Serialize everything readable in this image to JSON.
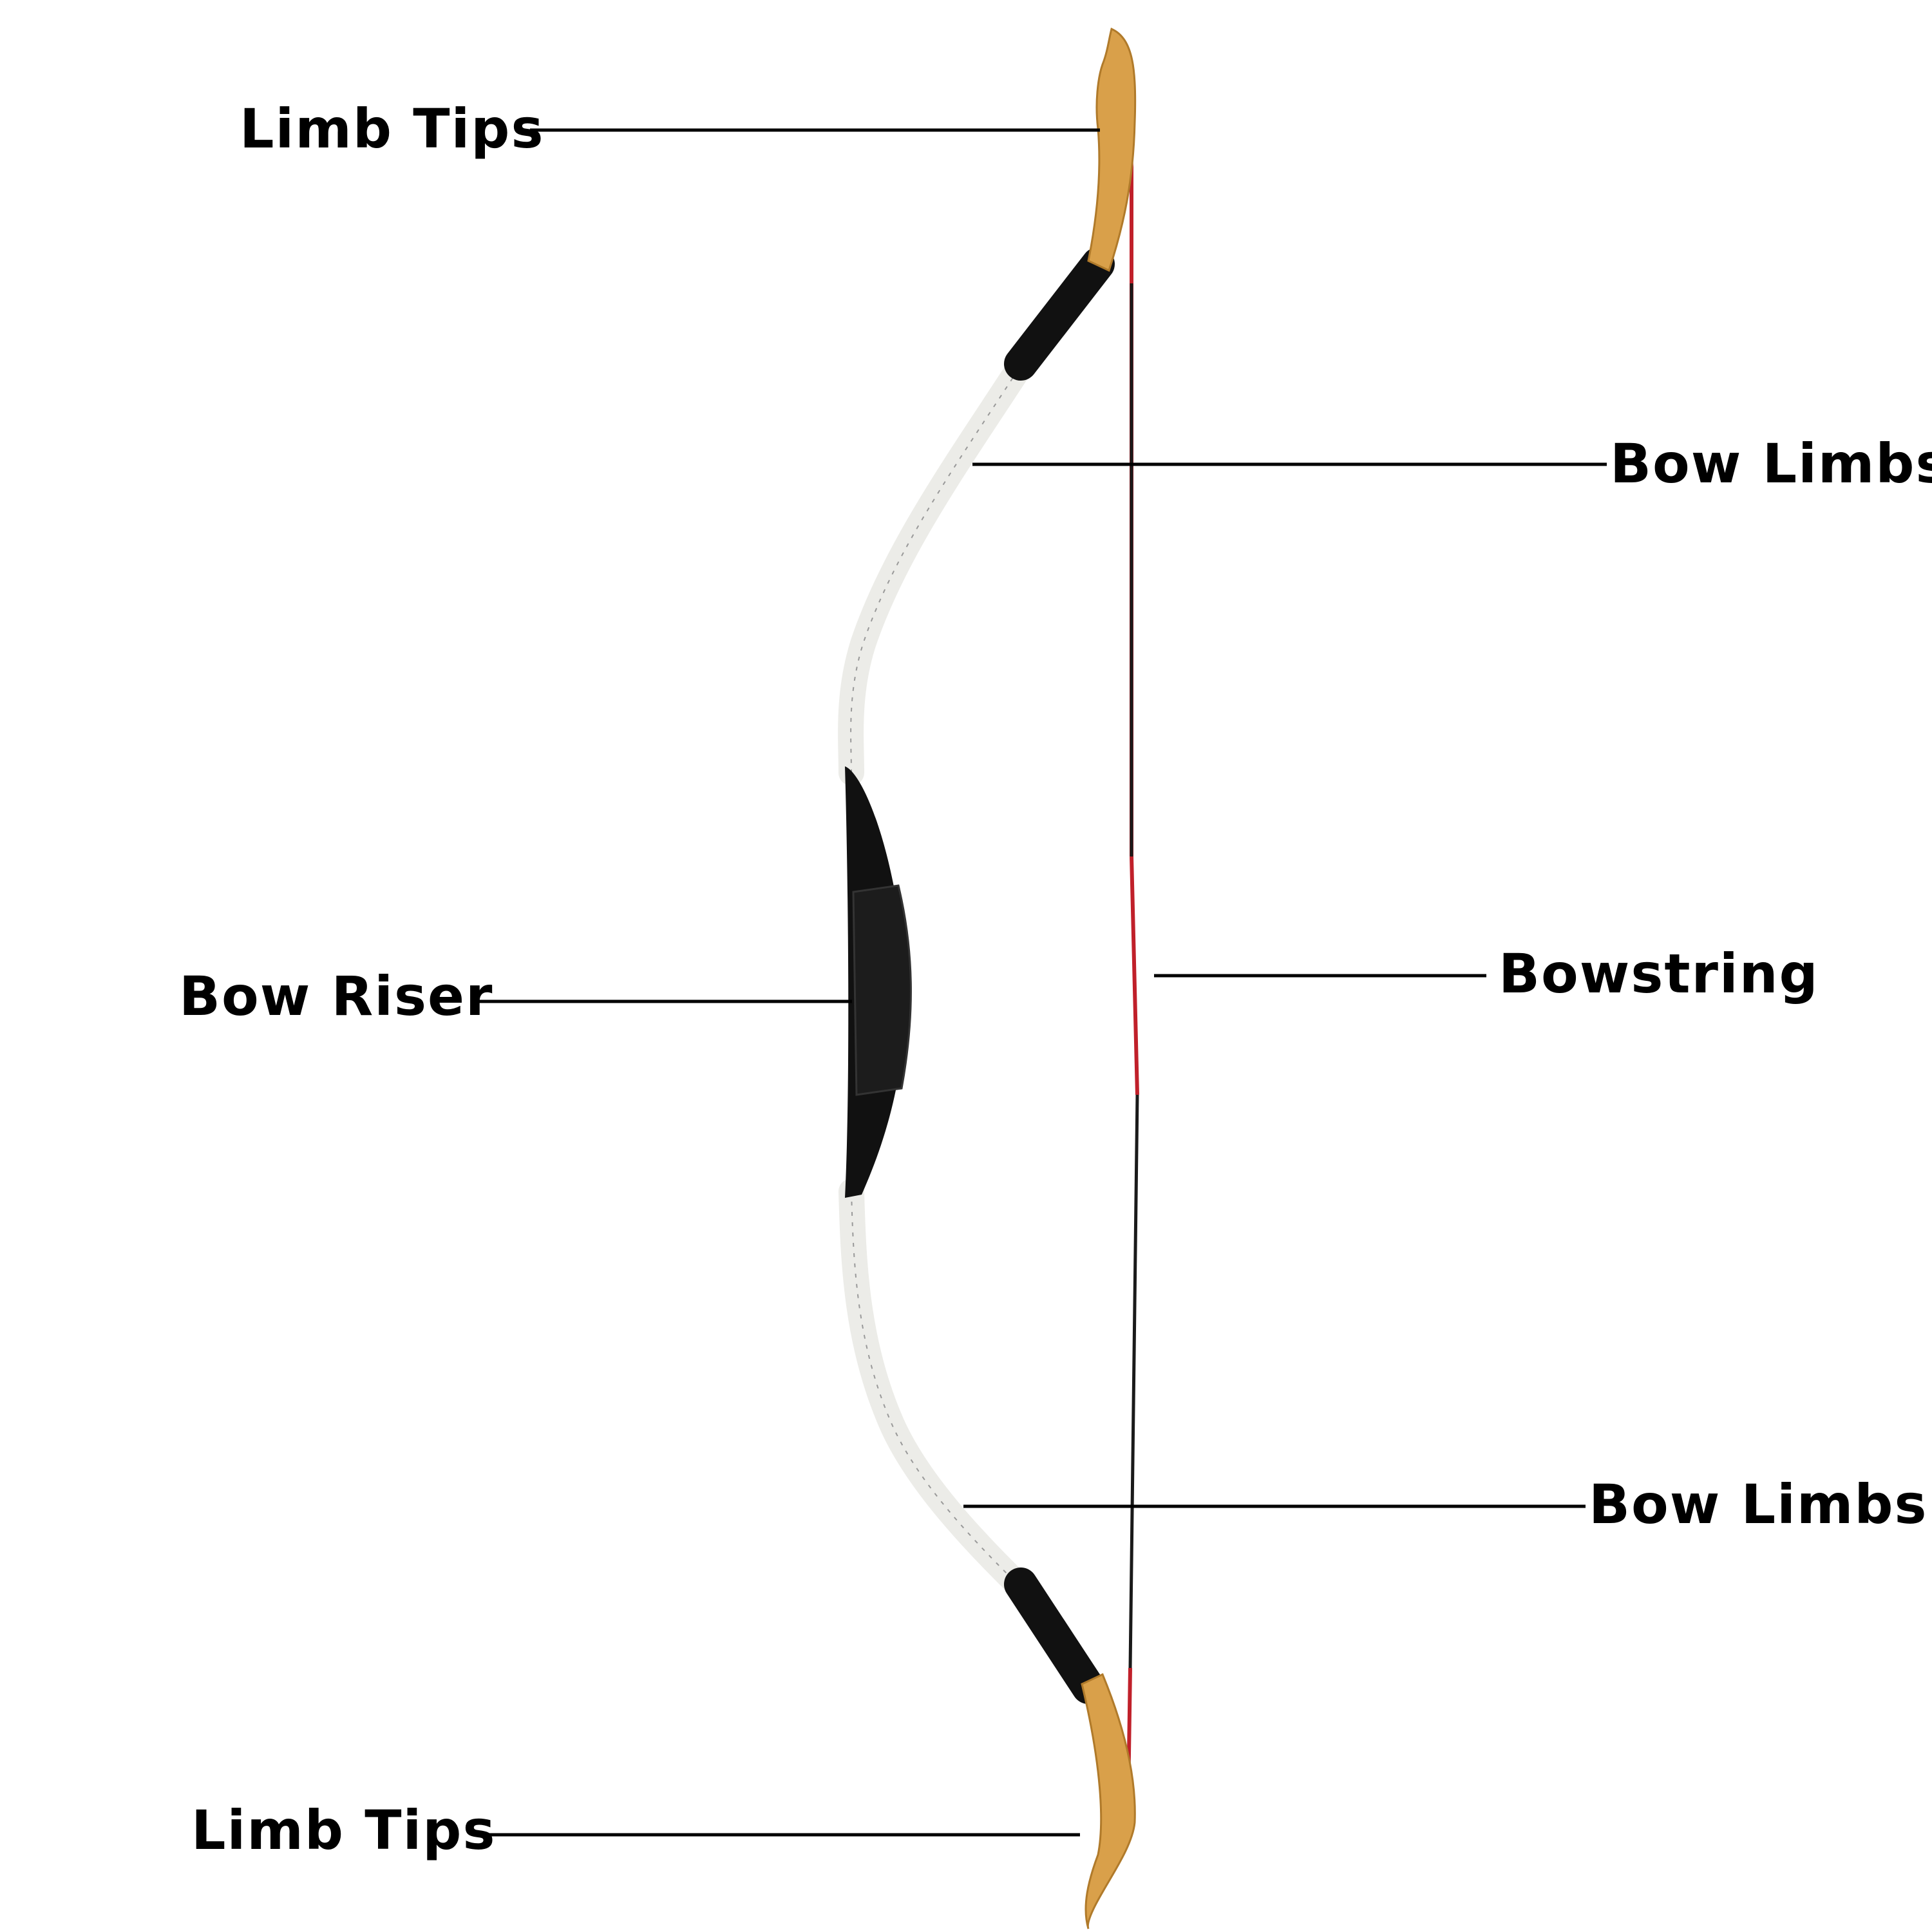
{
  "labels": {
    "limb_tips_top": "Limb Tips",
    "bow_limbs_top": "Bow Limbs",
    "bowstring": "Bowstring",
    "bow_riser": "Bow Riser",
    "bow_limbs_bottom": "Bow Limbs",
    "limb_tips_bottom": "Limb Tips"
  },
  "colors": {
    "wood": "#d9a04a",
    "wrap": "#111111",
    "limb": "#ecece8",
    "string_red": "#c0202a",
    "string_black": "#1a1a1a",
    "leader": "#000000"
  }
}
